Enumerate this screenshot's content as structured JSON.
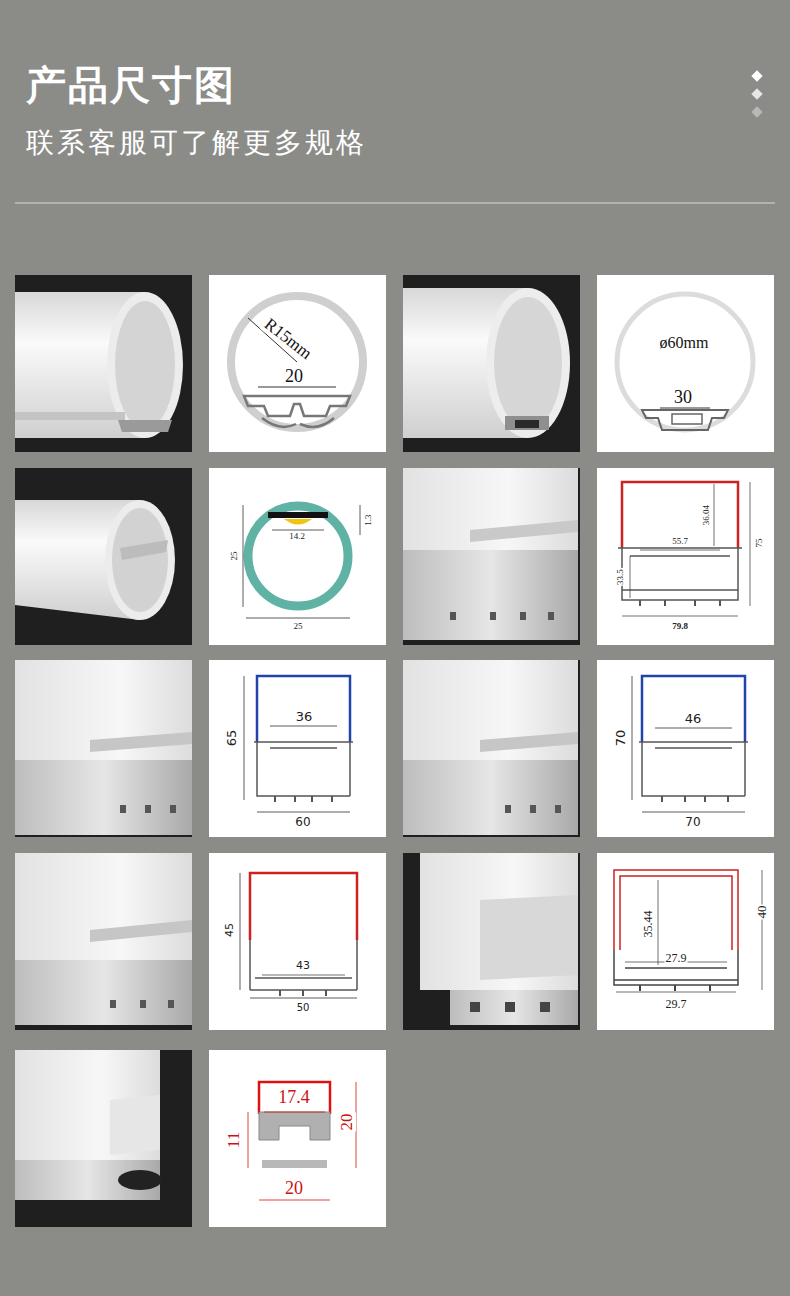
{
  "diagram": {
    "title": "产品尺寸图",
    "labels": [
      "联系客服可了解更多规格",
      "R15mm",
      "20",
      "ø60mm",
      "30",
      "25",
      "14.2",
      "1.3",
      "25",
      "55.7",
      "36.04",
      "75",
      "33.5",
      "79.8",
      "65",
      "36",
      "60",
      "70",
      "46",
      "70",
      "45",
      "43",
      "50",
      "35.44",
      "40",
      "27.9",
      "29.7",
      "11",
      "17.4",
      "20",
      "20"
    ]
  }
}
